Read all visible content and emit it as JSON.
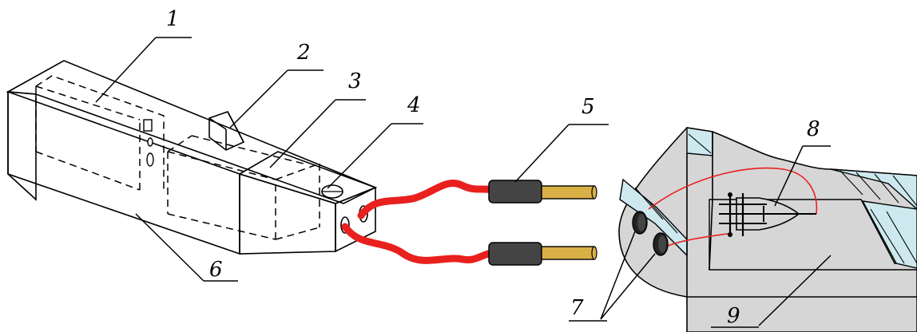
{
  "diagram": {
    "labels": [
      {
        "id": "1",
        "text": "1"
      },
      {
        "id": "2",
        "text": "2"
      },
      {
        "id": "3",
        "text": "3"
      },
      {
        "id": "4",
        "text": "4"
      },
      {
        "id": "5",
        "text": "5"
      },
      {
        "id": "6",
        "text": "6"
      },
      {
        "id": "7",
        "text": "7"
      },
      {
        "id": "8",
        "text": "8"
      },
      {
        "id": "9",
        "text": "9"
      }
    ],
    "colors": {
      "cable": "#e8201e",
      "sleeve": "#444444",
      "conductor": "#d9b046",
      "model_face": "#d6d6d6",
      "glass": "#cde9ef"
    }
  }
}
